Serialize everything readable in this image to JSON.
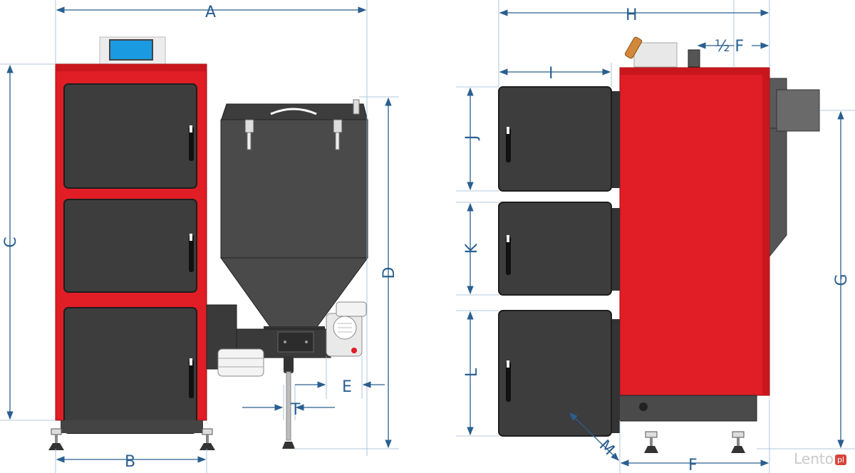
{
  "colors": {
    "red": "#e11d25",
    "dark_door": "#3d3d3d",
    "hopper": "#4a4a4a",
    "dimension": "#2a5f8f",
    "display": "#1a9ae0"
  },
  "labels": {
    "A": "A",
    "B": "B",
    "C": "C",
    "D": "D",
    "E": "E",
    "T": "T",
    "H": "H",
    "I": "I",
    "J": "J",
    "K": "K",
    "L": "L",
    "M": "M",
    "G": "G",
    "F": "F",
    "half_F": "½ F"
  },
  "watermark": {
    "text": "Lento",
    "badge": "pl"
  }
}
